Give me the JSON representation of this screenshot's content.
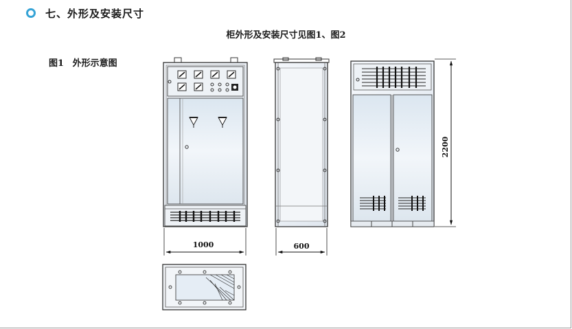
{
  "header": {
    "section_title": "七、外形及安装尺寸",
    "icon": "circle-bullet-icon",
    "accent_color": "#35a3d6"
  },
  "subtitle": "柜外形及安装尺寸见图1、图2",
  "figure1": {
    "label": "图1  外形示意图",
    "dimensions": {
      "width": "1000",
      "depth": "600",
      "height": "2200"
    }
  }
}
